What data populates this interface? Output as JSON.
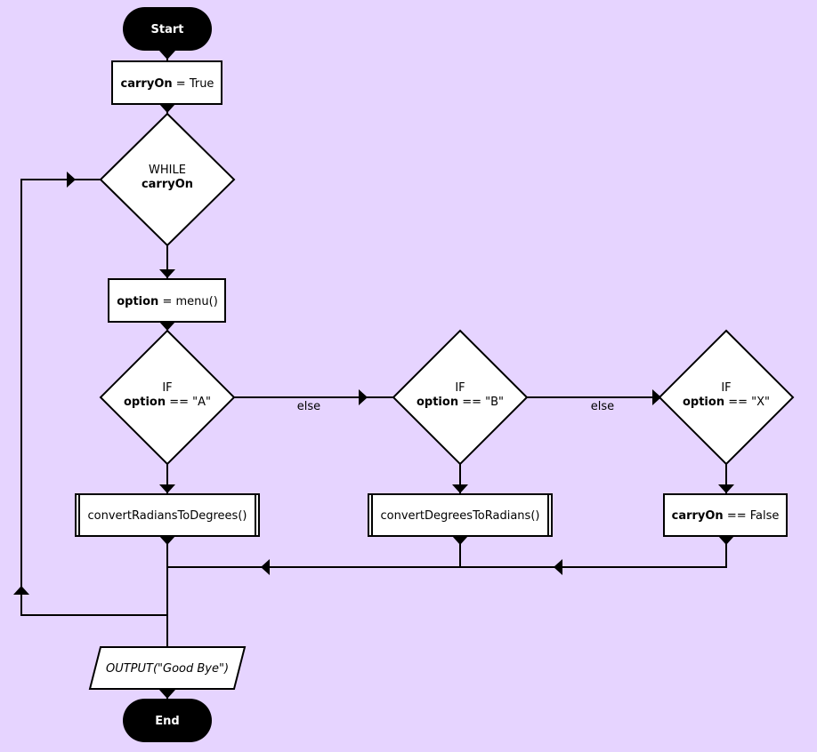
{
  "start": {
    "label": "Start"
  },
  "end": {
    "label": "End"
  },
  "init": {
    "var": "carryOn",
    "op": " = ",
    "value": "True"
  },
  "loop": {
    "keyword": "WHILE",
    "cond": "carryOn"
  },
  "menu_step": {
    "var": "option",
    "op": " = ",
    "value": "menu()"
  },
  "decisions": [
    {
      "keyword": "IF",
      "var": "option",
      "rest": " == \"A\""
    },
    {
      "keyword": "IF",
      "var": "option",
      "rest": " == \"B\""
    },
    {
      "keyword": "IF",
      "var": "option",
      "rest": " == \"X\""
    }
  ],
  "else_labels": [
    "else",
    "else"
  ],
  "actions": [
    {
      "text": "convertRadiansToDegrees()"
    },
    {
      "text": "convertDegreesToRadians()"
    },
    {
      "var": "carryOn",
      "rest": " == False"
    }
  ],
  "output": {
    "text": "OUTPUT(\"Good Bye\")"
  }
}
